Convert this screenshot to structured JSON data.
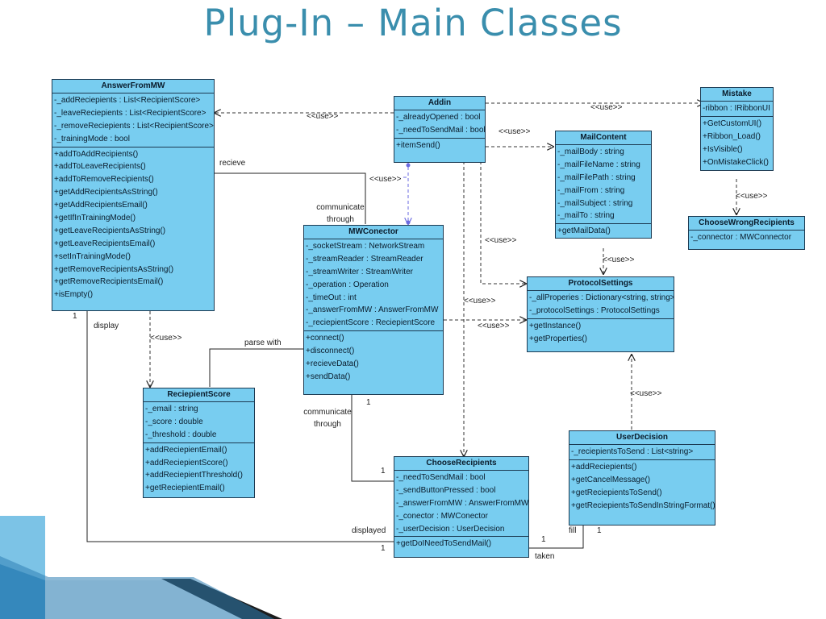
{
  "title": "Plug-In – Main Classes",
  "classes": {
    "answer": {
      "name": "AnswerFromMW",
      "attributes": [
        "-_addReciepients : List<RecipientScore>",
        "-_leaveReciepients : List<RecipientScore>",
        "-_removeReciepients : List<RecipientScore>",
        "-_trainingMode : bool"
      ],
      "methods": [
        "+addToAddRecipients()",
        "+addToLeaveRecipients()",
        "+addToRemoveRecipients()",
        "+getAddRecipientsAsString()",
        "+getAddRecipientsEmail()",
        "+getIfInTrainingMode()",
        "+getLeaveRecipientsAsString()",
        "+getLeaveRecipientsEmail()",
        "+setInTrainingMode()",
        "+getRemoveRecipientsAsString()",
        "+getRemoveRecipientsEmail()",
        "+isEmpty()"
      ]
    },
    "addin": {
      "name": "Addin",
      "attributes": [
        "-_alreadyOpened : bool",
        "-_needToSendMail : bool"
      ],
      "methods": [
        "+itemSend()"
      ]
    },
    "mistake": {
      "name": "Mistake",
      "attributes": [
        "-ribbon : IRibbonUI"
      ],
      "methods": [
        "+GetCustomUI()",
        "+Ribbon_Load()",
        "+IsVisible()",
        "+OnMistakeClick()"
      ]
    },
    "mail": {
      "name": "MailContent",
      "attributes": [
        "-_mailBody : string",
        "-_mailFileName : string",
        "-_mailFilePath : string",
        "-_mailFrom : string",
        "-_mailSubject : string",
        "-_mailTo : string"
      ],
      "methods": [
        "+getMailData()"
      ]
    },
    "cwr": {
      "name": "ChooseWrongRecipients",
      "attributes": [
        "-_connector : MWConnector"
      ],
      "methods": []
    },
    "conn": {
      "name": "MWConector",
      "attributes": [
        "-_socketStream : NetworkStream",
        "-_streamReader : StreamReader",
        "-_streamWriter : StreamWriter",
        "-_operation : Operation",
        "-_timeOut : int",
        "-_answerFromMW : AnswerFromMW",
        "-_reciepientScore : ReciepientScore"
      ],
      "methods": [
        "+connect()",
        "+disconnect()",
        "+recieveData()",
        "+sendData()"
      ]
    },
    "proto": {
      "name": "ProtocolSettings",
      "attributes": [
        "-_allProperies : Dictionary<string, string>",
        "-_protocolSettings : ProtocolSettings"
      ],
      "methods": [
        "+getInstance()",
        "+getProperties()"
      ]
    },
    "score": {
      "name": "ReciepientScore",
      "attributes": [
        "-_email : string",
        "-_score : double",
        "-_threshold : double"
      ],
      "methods": [
        "+addReciepientEmail()",
        "+addReciepientScore()",
        "+addReciepientThreshold()",
        "+getReciepientEmail()"
      ]
    },
    "choose": {
      "name": "ChooseRecipients",
      "attributes": [
        "-_needToSendMail : bool",
        "-_sendButtonPressed : bool",
        "-_answerFromMW : AnswerFromMW",
        "-_conector : MWConector",
        "-_userDecision : UserDecision"
      ],
      "methods": [
        "+getDoINeedToSendMail()"
      ]
    },
    "user": {
      "name": "UserDecision",
      "attributes": [
        "-_reciepientsToSend : List<string>"
      ],
      "methods": [
        "+addReciepients()",
        "+getCancelMessage()",
        "+getReciepientsToSend()",
        "+getReciepientsToSendInStringFormat()"
      ]
    }
  },
  "labels": {
    "use_addin_answer": "<<use>>",
    "use_addin_mistake": "<<use>>",
    "use_addin_mail": "<<use>>",
    "use_answer_conn": "<<use>>",
    "use_mistake_cwr": "<<use>>",
    "use_mail_proto": "<<use>>",
    "use_addin_proto": "<<use>>",
    "use_addin_choose": "<<use>>",
    "use_conn_proto": "<<use>>",
    "use_answer_score": "<<use>>",
    "use_user_proto": "<<use>>",
    "recieve": "recieve",
    "communicate_through_1": "communicate\nthrough",
    "communicate_through_2": "communicate\nthrough",
    "parse_with": "parse with",
    "display": "display",
    "displayed": "displayed",
    "fill": "fill",
    "taken": "taken",
    "mult_answer_1": "1",
    "mult_conn_1": "1",
    "mult_choose_1": "1",
    "mult_choose_2": "1",
    "mult_user_taken": "1",
    "mult_user_fill": "1"
  },
  "colors": {
    "class_fill": "#78cdf0",
    "class_border": "#1c3a52",
    "title": "#3a8ead",
    "deco_dark": "#1b4f72",
    "deco_light": "#5fb3d9",
    "selection": "#6a6ae0"
  }
}
